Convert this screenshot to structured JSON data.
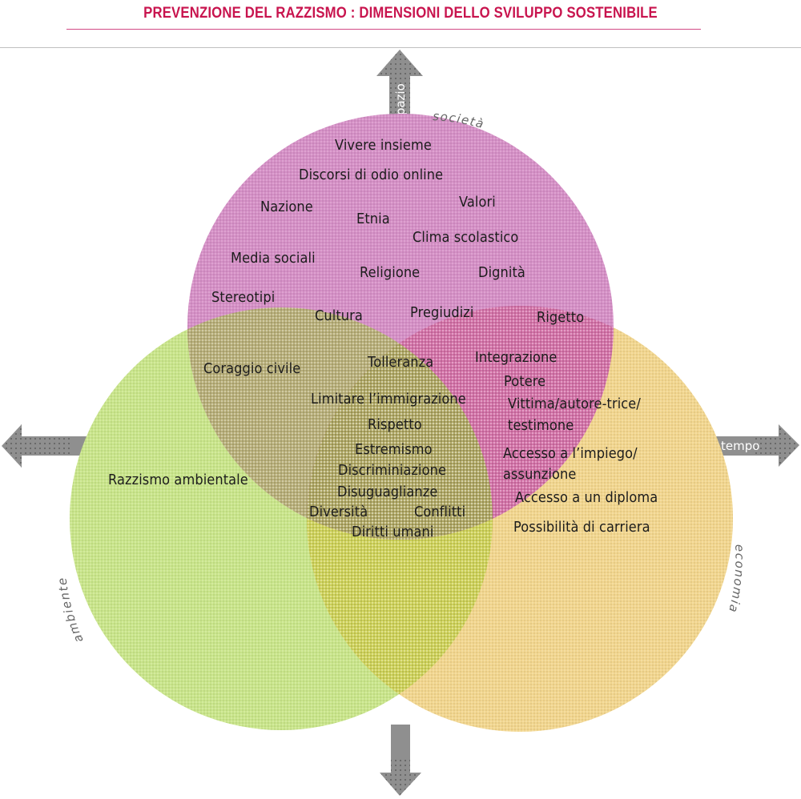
{
  "title": "PREVENZIONE DEL RAZZISMO : DIMENSIONI DELLO SVILUPPO SOSTENIBILE",
  "colors": {
    "title": "#c8144e",
    "societa": "#d58fc6",
    "ambiente": "#c9e58a",
    "economia": "#f2d68e",
    "societa_ambiente": "#b9b07a",
    "societa_economia": "#d472a8",
    "ambiente_economia": "#cfd35a",
    "center": "#b2aa66",
    "arrow": "#8f8f8f"
  },
  "axes": {
    "up": "spazio",
    "right": "tempo"
  },
  "dimensions": {
    "societa": "società",
    "ambiente": "ambiente",
    "economia": "economia"
  },
  "terms": {
    "societa": [
      "Vivere insieme",
      "Discorsi di odio online",
      "Nazione",
      "Valori",
      "Etnia",
      "Clima scolastico",
      "Media sociali",
      "Religione",
      "Dignità",
      "Stereotipi",
      "Cultura",
      "Pregiudizi",
      "Rigetto"
    ],
    "societa_ambiente": [
      "Coraggio civile",
      "Tolleranza",
      "Limitare l’immigrazione"
    ],
    "societa_economia": [
      "Integrazione",
      "Potere",
      "Vittima/autore-trice/",
      "testimone"
    ],
    "center": [
      "Rispetto",
      "Estremismo",
      "Discriminiazione",
      "Disuguaglianze",
      "Diversità",
      "Conflitti",
      "Diritti umani"
    ],
    "ambiente": [
      "Razzismo ambientale"
    ],
    "economia": [
      "Accesso a l’impiego/",
      "assunzione",
      "Accesso a un diploma",
      "Possibilità di carriera"
    ]
  }
}
